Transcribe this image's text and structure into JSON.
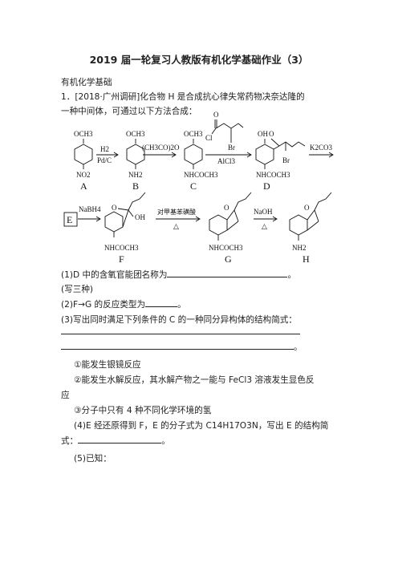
{
  "title": "2019 届一轮复习人教版有机化学基础作业（3）",
  "section": "有机化学基础",
  "q1": {
    "intro_line1": "1．[2018·广州调研]化合物 H 是合成抗心律失常药物决奈达隆的",
    "intro_line2": "一种中间体，可通过以下方法合成：",
    "sub1": "(1)D 中的含氧官能团名称为",
    "sub1_end": "。",
    "sub1_note": "(写三种)",
    "sub2": "(2)F→G 的反应类型为",
    "sub2_end": "。",
    "sub3": "(3)写出同时满足下列条件的 C 的一种同分异构体的结构简式：",
    "sub3_end": "。",
    "cond1": "①能发生银镜反应",
    "cond2_line1": "②能发生水解反应，其水解产物之一能与 FeCl3 溶液发生显色反",
    "cond2_line2": "应",
    "cond3": "③分子中只有 4 种不同化学环境的氢",
    "sub4_line1": "(4)E 经还原得到 F，E 的分子式为 C14H17O3N，写出 E 的结构简",
    "sub4_line2": "式：",
    "sub4_end": "。",
    "sub5": "(5)已知："
  },
  "scheme": {
    "labels": [
      "A",
      "B",
      "C",
      "D",
      "E",
      "F",
      "G",
      "H"
    ],
    "och3": "OCH3",
    "oh": "OH",
    "no2": "NO2",
    "nh2": "NH2",
    "nhcoch3": "NHCOCH3",
    "reagent_ab_top": "H2",
    "reagent_ab_bottom": "Pd/C",
    "reagent_bc": "(CH3CO)2O",
    "reagent_cd_top_a": "O",
    "reagent_cd_top_b": "Cl",
    "reagent_cd_br": "Br",
    "reagent_cd_bottom": "AlCl3",
    "d_o": "O",
    "d_br": "Br",
    "reagent_de": "K2CO3",
    "reagent_ef": "NaBH4",
    "reagent_fg": "对甲基苯磺酸",
    "heat": "△",
    "reagent_gh": "NaOH",
    "ring_o": "O"
  }
}
